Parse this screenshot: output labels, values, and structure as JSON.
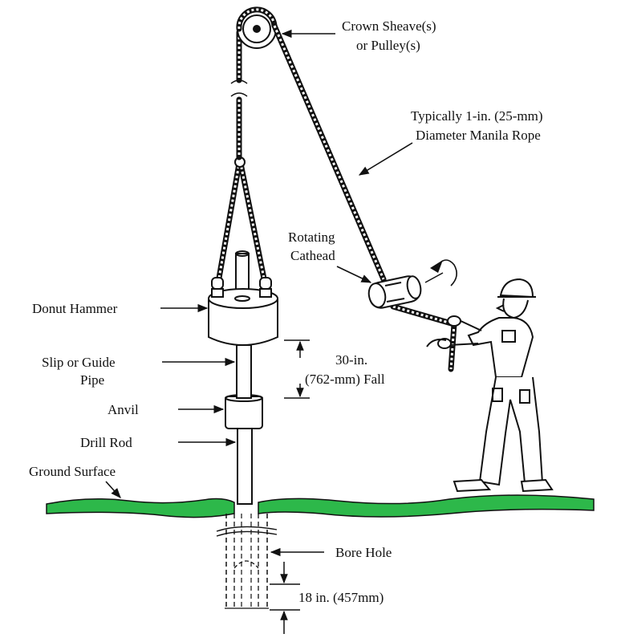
{
  "labels": {
    "crown_sheave_line1": "Crown Sheave(s)",
    "crown_sheave_line2": "or Pulley(s)",
    "rope_line1": "Typically 1-in. (25-mm)",
    "rope_line2": "Diameter Manila Rope",
    "cathead_line1": "Rotating",
    "cathead_line2": "Cathead",
    "donut_hammer": "Donut Hammer",
    "slip_line1": "Slip or Guide",
    "slip_line2": "Pipe",
    "fall_line1": "30-in.",
    "fall_line2": "(762-mm) Fall",
    "anvil": "Anvil",
    "drill_rod": "Drill Rod",
    "ground_surface": "Ground Surface",
    "bore_hole": "Bore Hole",
    "depth": "18 in. (457mm)"
  },
  "colors": {
    "ground": "#2db84a",
    "ink": "#111111"
  }
}
